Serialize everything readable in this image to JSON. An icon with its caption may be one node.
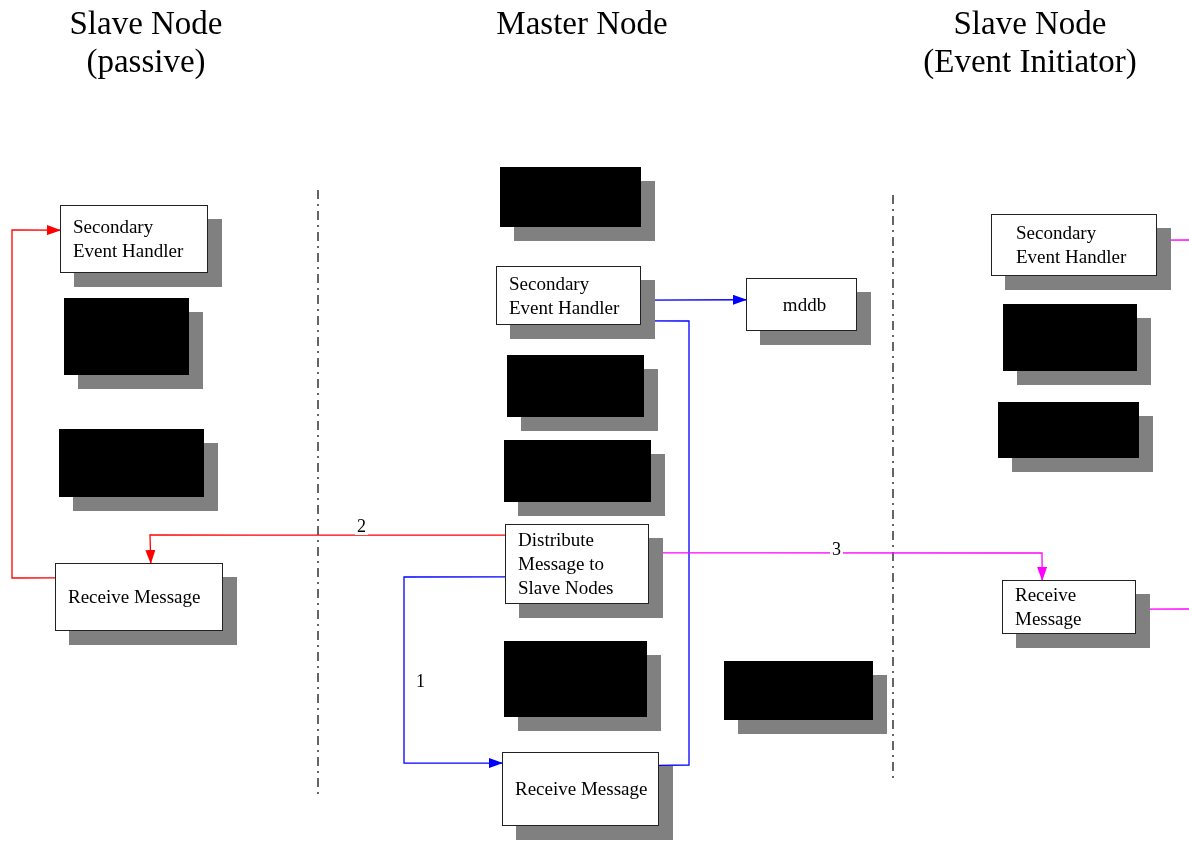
{
  "diagram": {
    "nodes": [
      {
        "text": [
          "Secondary Event Handler"
        ]
      },
      {
        "text": [],
        "shape": "box"
      },
      {
        "text": [],
        "shape": "box"
      },
      {
        "text": [
          "Receive Message"
        ]
      },
      {
        "text": [],
        "shape": "box"
      },
      {
        "text": [
          "Secondary Event Handler"
        ]
      },
      {
        "text": [
          "mddb"
        ]
      },
      {
        "text": [],
        "shape": "box"
      },
      {
        "text": [],
        "shape": "box"
      },
      {
        "text": [
          "Distribute Message to Slave Nodes"
        ]
      },
      {
        "text": [],
        "shape": "box"
      },
      {
        "text": [],
        "shape": "box"
      },
      {
        "text": [
          "Receive Message"
        ]
      },
      {
        "text": [
          "Secondary Event Handler"
        ]
      },
      {
        "text": [],
        "shape": "box"
      },
      {
        "text": [],
        "shape": "box"
      },
      {
        "text": [
          "Receive Message"
        ]
      }
    ],
    "edges": [
      {
        "from": 3,
        "to": 0,
        "arrow": "to",
        "color": "#ff0000"
      },
      {
        "from": 9,
        "to": 3,
        "arrow": "to",
        "label": "2",
        "color": "#ff0000"
      },
      {
        "from": 9,
        "to": 12,
        "arrow": "to",
        "label": "1",
        "color": "#0000ff"
      },
      {
        "from": 12,
        "to": 5,
        "arrow": "to",
        "color": "#0000ff"
      },
      {
        "from": 5,
        "to": 6,
        "arrow": "to",
        "color": "#0000ff"
      },
      {
        "from": 9,
        "to": 16,
        "arrow": "to",
        "label": "3",
        "color": "#ff00ff"
      },
      {
        "from": null,
        "to": 13,
        "arrow": "to",
        "color": "#ff00ff"
      },
      {
        "from": 16,
        "to": null,
        "arrow": "none",
        "color": "#ff00ff"
      }
    ],
    "labels": [
      "Slave Node (passive)",
      "Master Node",
      "Slave Node (Event Initiator)"
    ]
  }
}
